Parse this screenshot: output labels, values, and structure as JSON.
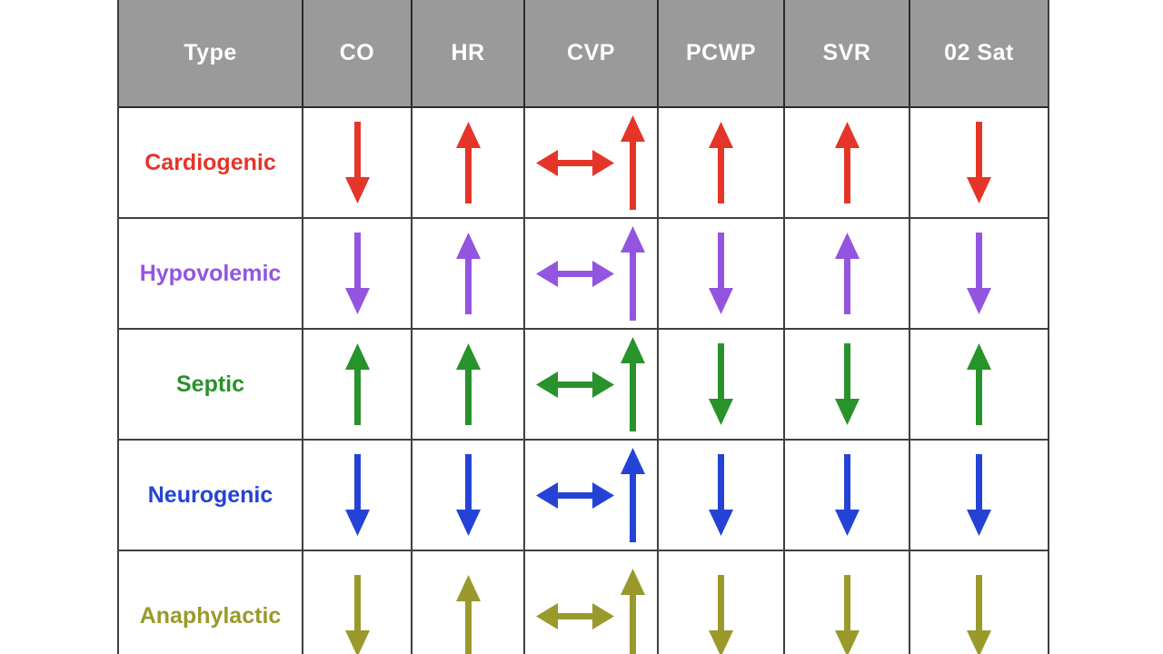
{
  "chart_data": {
    "type": "table",
    "columns": [
      "Type",
      "CO",
      "HR",
      "CVP",
      "PCWP",
      "SVR",
      "02 Sat"
    ],
    "rows": [
      {
        "label": "Cardiogenic",
        "color": "#e53528",
        "values": [
          [
            "down"
          ],
          [
            "up"
          ],
          [
            "leftright",
            "up"
          ],
          [
            "up"
          ],
          [
            "up"
          ],
          [
            "down"
          ]
        ]
      },
      {
        "label": "Hypovolemic",
        "color": "#9355e0",
        "values": [
          [
            "down"
          ],
          [
            "up"
          ],
          [
            "leftright",
            "up"
          ],
          [
            "down"
          ],
          [
            "up"
          ],
          [
            "down"
          ]
        ]
      },
      {
        "label": "Septic",
        "color": "#28922b",
        "values": [
          [
            "up"
          ],
          [
            "up"
          ],
          [
            "leftright",
            "up"
          ],
          [
            "down"
          ],
          [
            "down"
          ],
          [
            "up"
          ]
        ]
      },
      {
        "label": "Neurogenic",
        "color": "#2443d6",
        "values": [
          [
            "down"
          ],
          [
            "down"
          ],
          [
            "leftright",
            "up"
          ],
          [
            "down"
          ],
          [
            "down"
          ],
          [
            "down"
          ]
        ]
      },
      {
        "label": "Anaphylactic",
        "color": "#9a992c",
        "values": [
          [
            "down"
          ],
          [
            "up"
          ],
          [
            "leftright",
            "up"
          ],
          [
            "down"
          ],
          [
            "down"
          ],
          [
            "down"
          ]
        ]
      }
    ],
    "layout": {
      "legend": "none",
      "grid": "on",
      "note": "arrow glyphs encode direction of change per parameter"
    }
  },
  "styles": {
    "page_bg": "#ffffff",
    "header_bg": "#9a9a9a",
    "header_text": "#ffffff",
    "grid_color": "#3f3f3f"
  }
}
